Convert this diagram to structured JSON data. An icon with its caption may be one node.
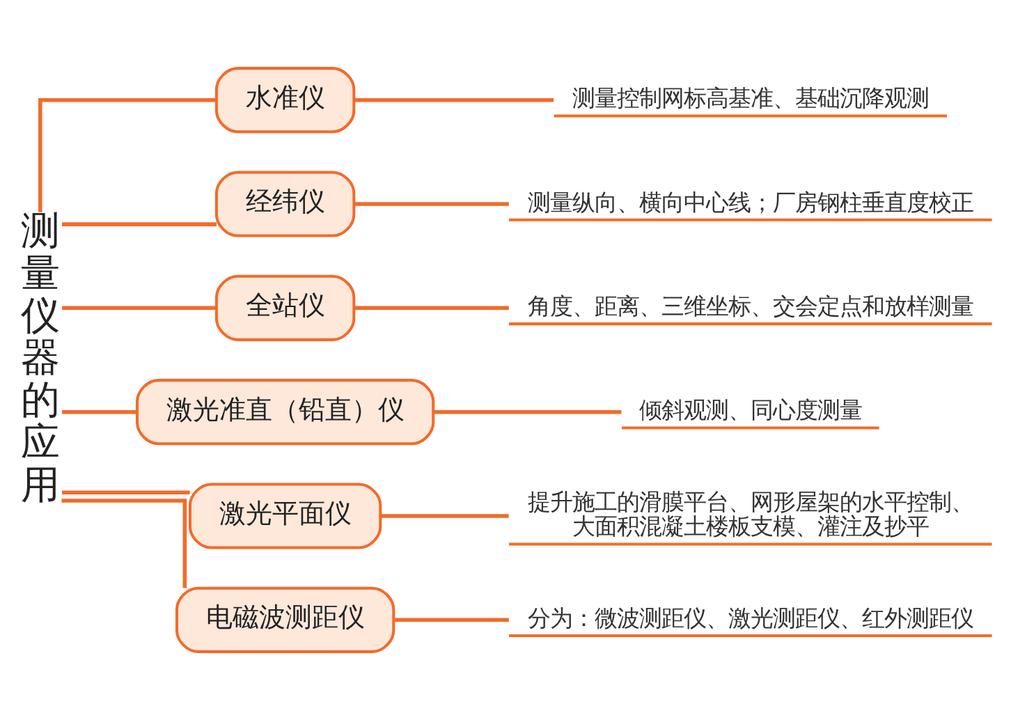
{
  "diagram": {
    "nodes": [
      {
        "text": [
          "测量仪器的应用"
        ]
      },
      {
        "text": [
          "水准仪"
        ]
      },
      {
        "text": [
          "测量控制网标高基准、基础沉降观测"
        ]
      },
      {
        "text": [
          "经纬仪"
        ]
      },
      {
        "text": [
          "测量纵向、横向中心线；厂房钢柱垂直度校正"
        ]
      },
      {
        "text": [
          "全站仪"
        ]
      },
      {
        "text": [
          "角度、距离、三维坐标、交会定点和放样测量"
        ]
      },
      {
        "text": [
          "激光准直（铅直）仪"
        ]
      },
      {
        "text": [
          "倾斜观测、同心度测量"
        ]
      },
      {
        "text": [
          "激光平面仪"
        ]
      },
      {
        "text": [
          "提升施工的滑膜平台、网形屋架的水平控制、大面积混凝土楼板支模、灌注及抄平"
        ]
      },
      {
        "text": [
          "电磁波测距仪"
        ]
      },
      {
        "text": [
          "分为：微波测距仪、激光测距仪、红外测距仪"
        ]
      }
    ],
    "edges": [
      {
        "from": 0,
        "to": 1,
        "arrow": "none"
      },
      {
        "from": 0,
        "to": 3,
        "arrow": "none"
      },
      {
        "from": 0,
        "to": 5,
        "arrow": "none"
      },
      {
        "from": 0,
        "to": 7,
        "arrow": "none"
      },
      {
        "from": 0,
        "to": 9,
        "arrow": "none"
      },
      {
        "from": 0,
        "to": 11,
        "arrow": "none"
      },
      {
        "from": 1,
        "to": 2,
        "arrow": "none"
      },
      {
        "from": 3,
        "to": 4,
        "arrow": "none"
      },
      {
        "from": 5,
        "to": 6,
        "arrow": "none"
      },
      {
        "from": 7,
        "to": 8,
        "arrow": "none"
      },
      {
        "from": 9,
        "to": 10,
        "arrow": "none"
      },
      {
        "from": 11,
        "to": 12,
        "arrow": "none"
      }
    ]
  }
}
